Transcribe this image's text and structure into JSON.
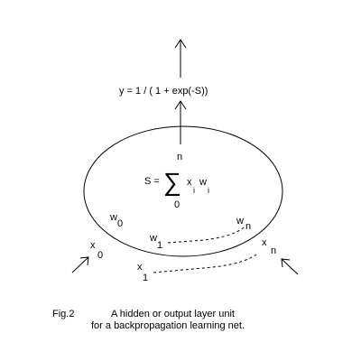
{
  "formula_output": "y = 1 / ( 1 + exp(-S))",
  "sum_eq": {
    "lhs": "S =",
    "symbol": "∑",
    "upper": "n",
    "lower": "0",
    "term_x": "x",
    "term_x_sub": "i",
    "term_w": "w",
    "term_w_sub": "i"
  },
  "weights": [
    {
      "base": "w",
      "sub": "0"
    },
    {
      "base": "w",
      "sub": "1"
    },
    {
      "base": "w",
      "sub": "n"
    }
  ],
  "inputs": [
    {
      "base": "x",
      "sub": "0"
    },
    {
      "base": "x",
      "sub": "1"
    },
    {
      "base": "x",
      "sub": "n"
    }
  ],
  "caption": {
    "fig_label": "Fig.2",
    "line1": "A hidden or output layer unit",
    "line2": "for a backpropagation learning net."
  }
}
